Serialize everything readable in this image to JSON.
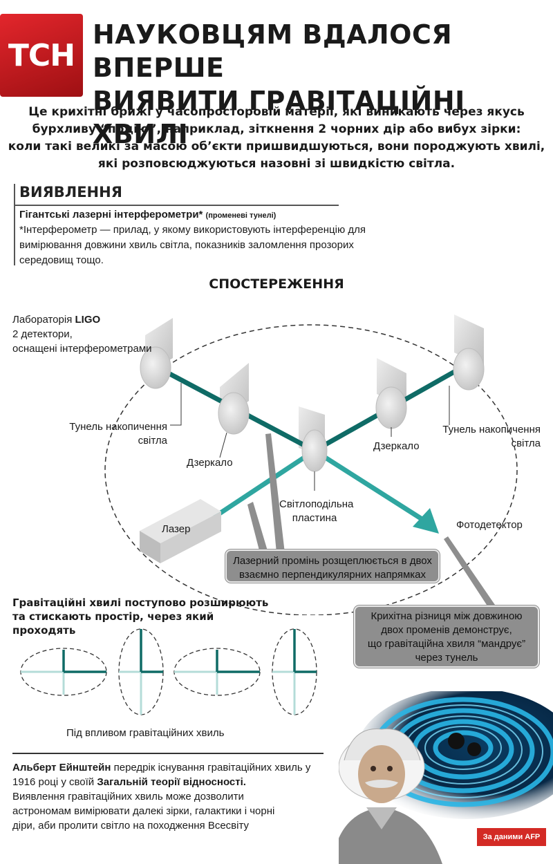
{
  "header": {
    "logo_text": "ТСН",
    "title_line1": "НАУКОВЦЯМ ВДАЛОСЯ ВПЕРШЕ",
    "title_line2": "ВИЯВИТИ ГРАВІТАЦІЙНІ ХВИЛІ"
  },
  "intro": {
    "line1": "Це крихітні брижі у часопросторовій матерії, які виникають через якусь",
    "line2": "бурхливу “подію”, наприклад, зіткнення 2 чорних дір або вибух зірки:",
    "line3": "коли такі великі за масою об’єкти пришвидшуються, вони породжують хвилі,",
    "line4": "які розповсюджуються назовні зі швидкістю світла."
  },
  "detection": {
    "title": "ВИЯВЛЕННЯ",
    "subtitle": "Гігантські лазерні інтерферометри*",
    "subtitle_note": "(променеві тунелі)",
    "desc_line1": "*Інтерферометр — прилад, у якому використовують інтерференцію для",
    "desc_line2": "вимірювання довжини хвиль світла, показників заломлення прозорих",
    "desc_line3": "середовищ тощо."
  },
  "observation": {
    "title": "СПОСТЕРЕЖЕННЯ",
    "lab_prefix": "Лабораторія ",
    "lab_name": "LIGO",
    "lab_line2": "2 детектори,",
    "lab_line3": "оснащені інтерферометрами",
    "tunnel_left_1": "Тунель накопичення",
    "tunnel_left_2": "світла",
    "tunnel_right_1": "Тунель накопичення",
    "tunnel_right_2": "світла",
    "mirror_left": "Дзеркало",
    "mirror_right": "Дзеркало",
    "splitter_1": "Світлоподільна",
    "splitter_2": "пластина",
    "laser": "Лазер",
    "photodetector": "Фотодетектор",
    "callout_split_1": "Лазерний промінь розщеплюється в двох",
    "callout_split_2": "взаємно перпендикулярних напрямках",
    "callout_diff_1": "Крихітна різниця між довжиною",
    "callout_diff_2": "двох променів демонструє,",
    "callout_diff_3": "що гравітаційна хвиля “мандрує”",
    "callout_diff_4": "через тунель"
  },
  "gravity": {
    "title_line1": "Гравітаційні хвилі поступово розширюють",
    "title_line2": "та стискають простір, через який проходять",
    "caption": "Під впливом гравітаційних хвиль"
  },
  "einstein": {
    "name": "Альберт Ейнштейн",
    "text1": " передрік існування гравітаційних хвиль у",
    "year": "1916",
    "text2": " році у своїй ",
    "theory": "Загальній теорії відносності.",
    "line3": "Виявлення гравітаційних хвиль може дозволити",
    "line4": "астрономам вимірювати далекі зірки, галактики і чорні",
    "line5": "діри, аби пролити світло на походження Всесвіту"
  },
  "source": "За даними AFP",
  "colors": {
    "brand_red": "#d32a25",
    "beam_dark_teal": "#0f6b66",
    "beam_light_teal": "#2fa6a0",
    "callout_gray": "#8e8e8e",
    "wave_blue": "#1fa3d6"
  }
}
